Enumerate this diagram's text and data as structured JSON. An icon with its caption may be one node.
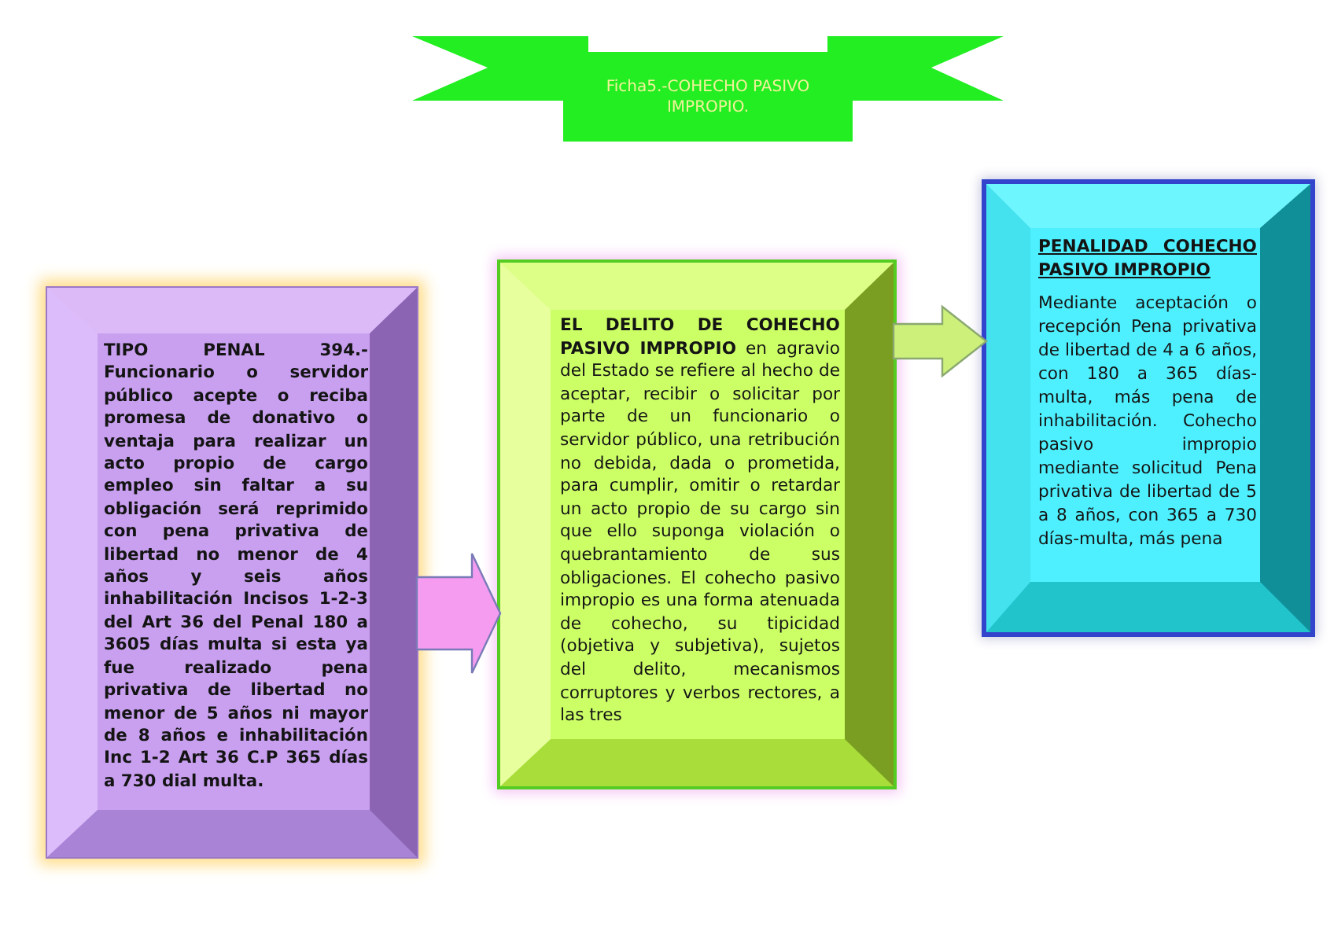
{
  "diagram": {
    "nodes": [
      {
        "text": [
          "Ficha5.-COHECHO PASIVO IMPROPIO."
        ]
      },
      {
        "text": [
          "TIPO PENAL 394.- Funcionario o servidor público acepte o reciba promesa de donativo o ventaja para realizar un acto propio de cargo empleo sin faltar a su obligación será reprimido con pena privativa de libertad no menor de 4 años y seis años inhabilitación Incisos 1-2-3 del Art 36 del Penal 180 a 3605 días multa si esta ya fue realizado pena privativa de libertad no menor de 5 años ni mayor de 8 años e inhabilitación Inc 1-2 Art 36 C.P 365 días a 730 dial multa."
        ]
      },
      {
        "text": [
          "**EL DELITO DE COHECHO PASIVO IMPROPIO** en agravio del Estado se refiere al hecho de aceptar, recibir o solicitar por parte de un funcionario o servidor público, una retribución no debida, dada o prometida, para cumplir, omitir o retardar un acto propio de su cargo sin que ello suponga violación o quebrantamiento de sus obligaciones. El cohecho pasivo impropio es una forma atenuada de cohecho, su tipicidad (objetiva y subjetiva), sujetos del delito, mecanismos corruptores y verbos rectores, a las tres"
        ]
      },
      {
        "text": [
          "PENALIDAD COHECHO PASIVO IMPROPIO",
          "Mediante aceptación o recepción Pena privativa de libertad de 4 a 6 años, con 180 a 365 días-multa, más pena de inhabilitación. Cohecho pasivo impropio mediante solicitud Pena privativa de libertad de 5 a 8 años, con 365 a 730 días-multa, más pena"
        ]
      }
    ],
    "edges": [
      {
        "from": 1,
        "to": 2,
        "arrow": "to",
        "color": "#f59cf0"
      },
      {
        "from": 2,
        "to": 3,
        "arrow": "to",
        "color": "#ccf07a"
      }
    ]
  }
}
